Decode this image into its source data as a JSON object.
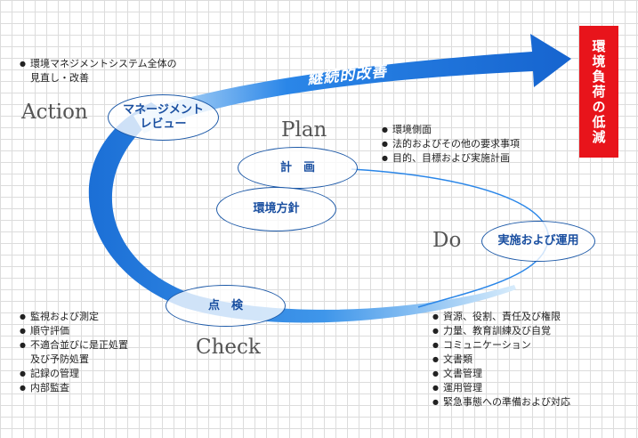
{
  "target": {
    "label": "環境負荷の低減",
    "color": "#e8141b"
  },
  "banner": {
    "label": "継続的改善"
  },
  "stages": {
    "action": "Action",
    "plan": "Plan",
    "do": "Do",
    "check": "Check"
  },
  "nodes": {
    "management_review": "マネージメント\nレビュー",
    "plan": "計　画",
    "policy": "環境方針",
    "implementation": "実施および運用",
    "check": "点　検"
  },
  "lists": {
    "action": [
      "環境マネジメントシステム全体の\n見直し・改善"
    ],
    "plan": [
      "環境側面",
      "法的およびその他の要求事項",
      "目的、目標および実施計画"
    ],
    "check": [
      "監視および測定",
      "順守評価",
      "不適合並びに是正処置\n及び予防処置",
      "記録の管理",
      "内部監査"
    ],
    "do": [
      "資源、役割、責任及び権限",
      "力量、教育訓練及び自覚",
      "コミュニケーション",
      "文書類",
      "文書管理",
      "運用管理",
      "緊急事態への準備および対応"
    ]
  },
  "colors": {
    "arrow_dark": "#1b6fd6",
    "arrow_light": "#cfe8fb",
    "oval_border": "#1e5aa8",
    "oval_text": "#1a4fa0"
  },
  "icons": {
    "bullet": "bullet-dot-icon",
    "arrow": "cycle-arrow-icon"
  }
}
